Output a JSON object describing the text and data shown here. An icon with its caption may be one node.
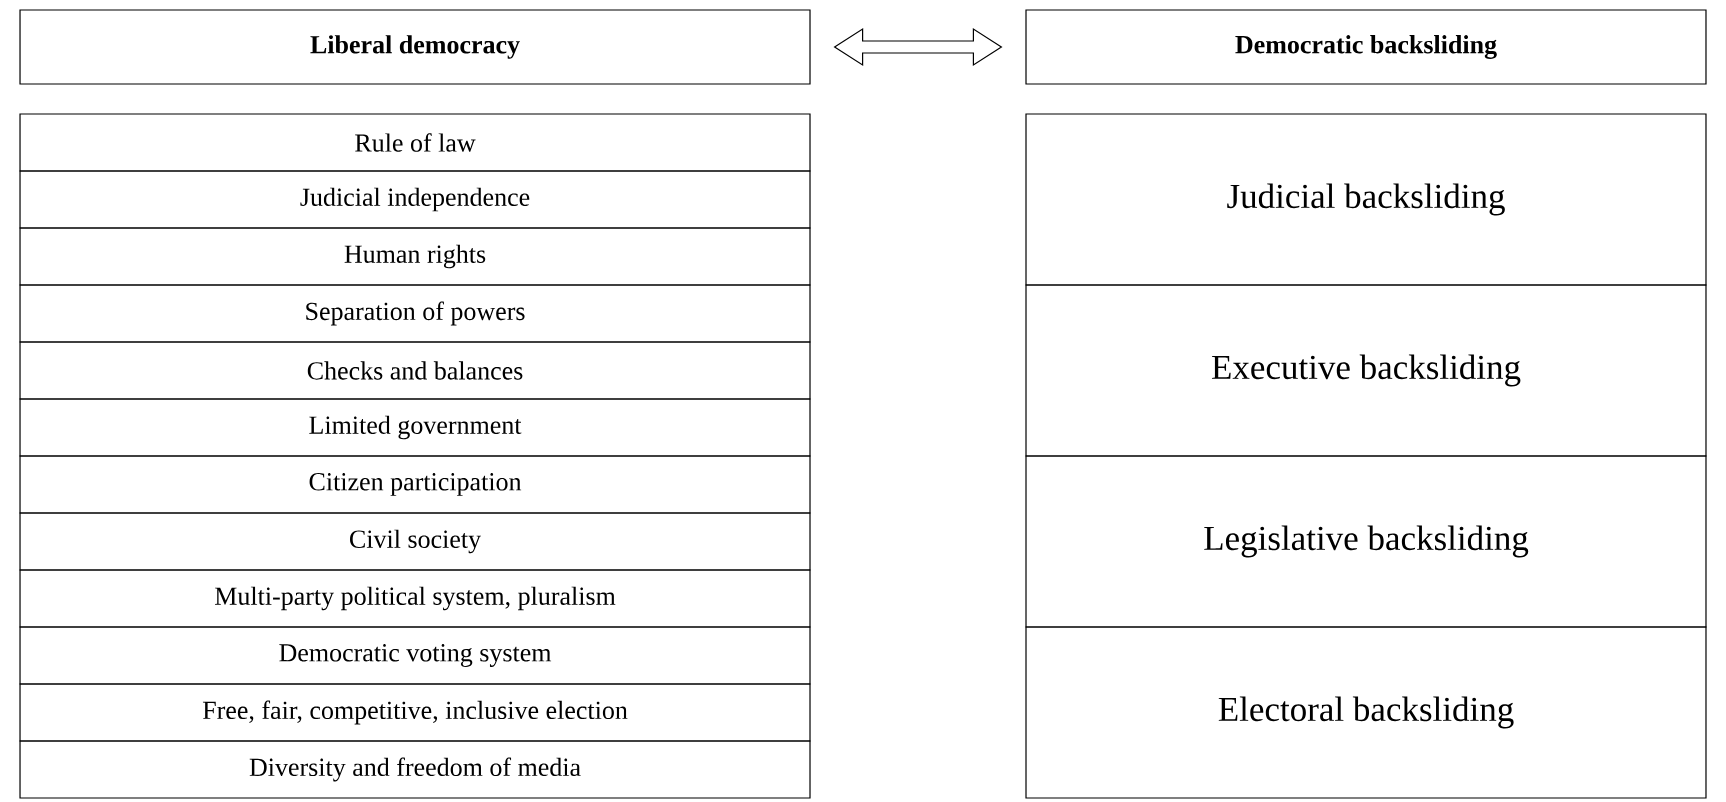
{
  "diagram": {
    "nodes": [
      {
        "text": [
          "Liberal democracy"
        ]
      },
      {
        "text": [
          "Democratic backsliding"
        ]
      },
      {
        "text": [
          "Rule of law"
        ]
      },
      {
        "text": [
          "Judicial independence"
        ]
      },
      {
        "text": [
          "Human rights"
        ]
      },
      {
        "text": [
          "Separation of powers"
        ]
      },
      {
        "text": [
          "Checks and balances"
        ]
      },
      {
        "text": [
          "Limited government"
        ]
      },
      {
        "text": [
          "Citizen participation"
        ]
      },
      {
        "text": [
          "Civil society"
        ]
      },
      {
        "text": [
          "Multi-party political system, pluralism"
        ]
      },
      {
        "text": [
          "Democratic voting system"
        ]
      },
      {
        "text": [
          "Free, fair, competitive, inclusive election"
        ]
      },
      {
        "text": [
          "Diversity and freedom of media"
        ]
      },
      {
        "text": [
          "Judicial backsliding"
        ]
      },
      {
        "text": [
          "Executive backsliding"
        ]
      },
      {
        "text": [
          "Legislative backsliding"
        ]
      },
      {
        "text": [
          "Electoral backsliding"
        ]
      }
    ],
    "edges": [
      {
        "from": 0,
        "to": 1,
        "arrow": "both"
      }
    ]
  }
}
